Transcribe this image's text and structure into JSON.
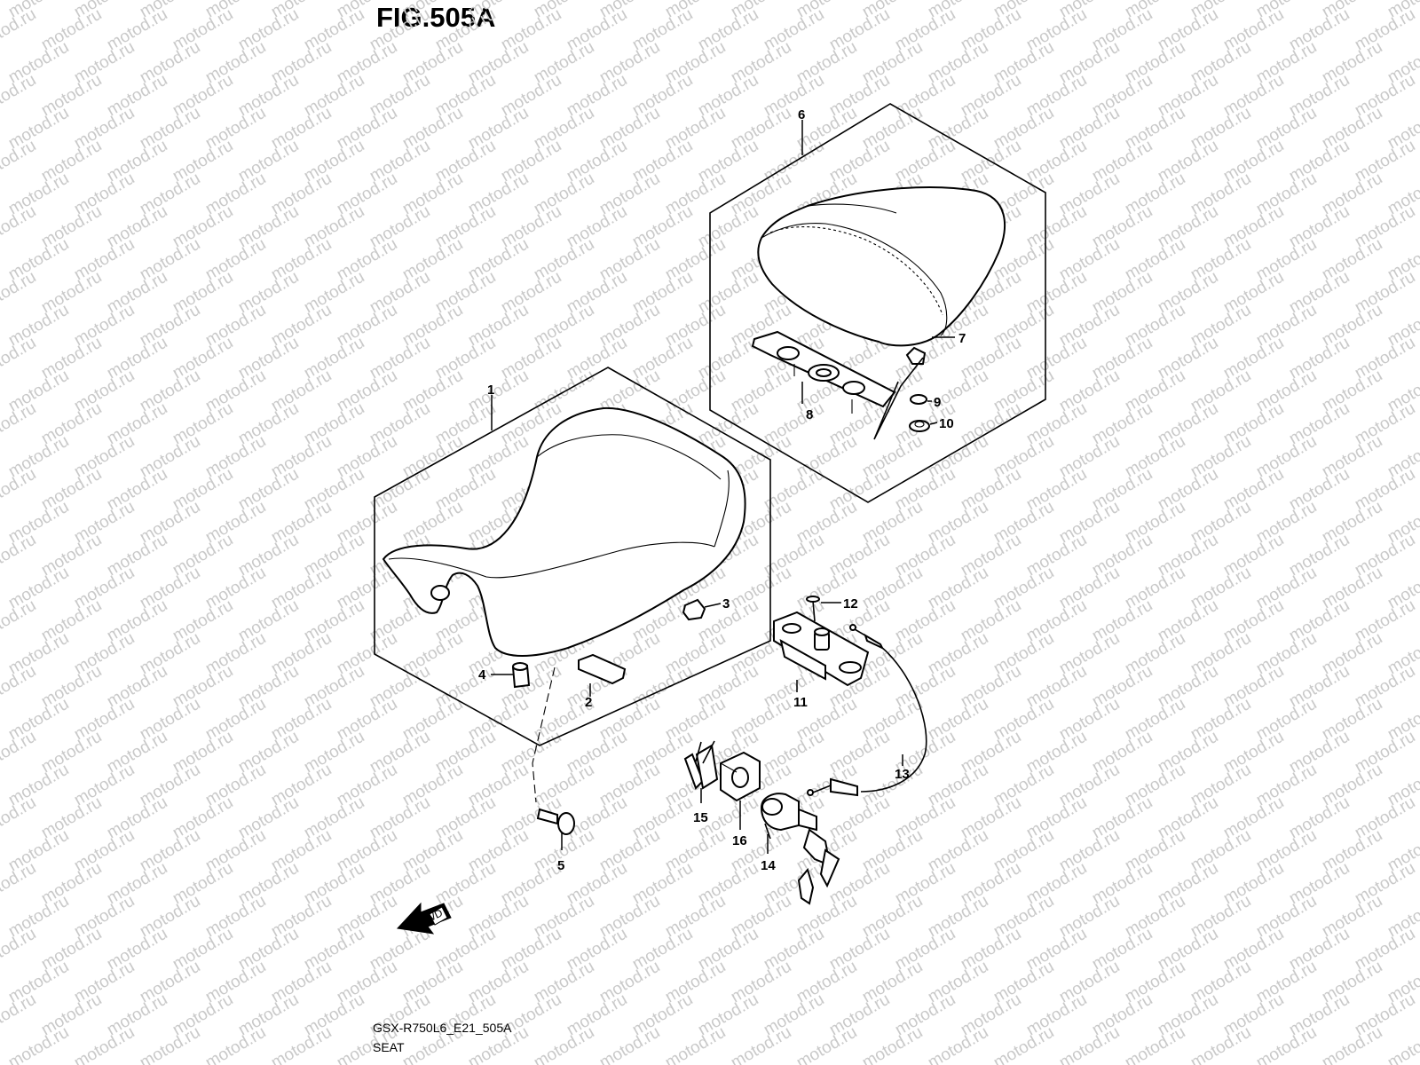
{
  "figure": {
    "title": "FIG.505A",
    "code": "GSX-R750L6_E21_505A",
    "name": "SEAT",
    "watermark": "motod.ru",
    "fwd_label": "FWD"
  },
  "callouts": [
    "1",
    "2",
    "3",
    "4",
    "5",
    "6",
    "7",
    "8",
    "9",
    "10",
    "11",
    "12",
    "13",
    "14",
    "15",
    "16"
  ],
  "colors": {
    "line": "#000000",
    "watermark": "#c9c9c9",
    "background": "#ffffff"
  }
}
